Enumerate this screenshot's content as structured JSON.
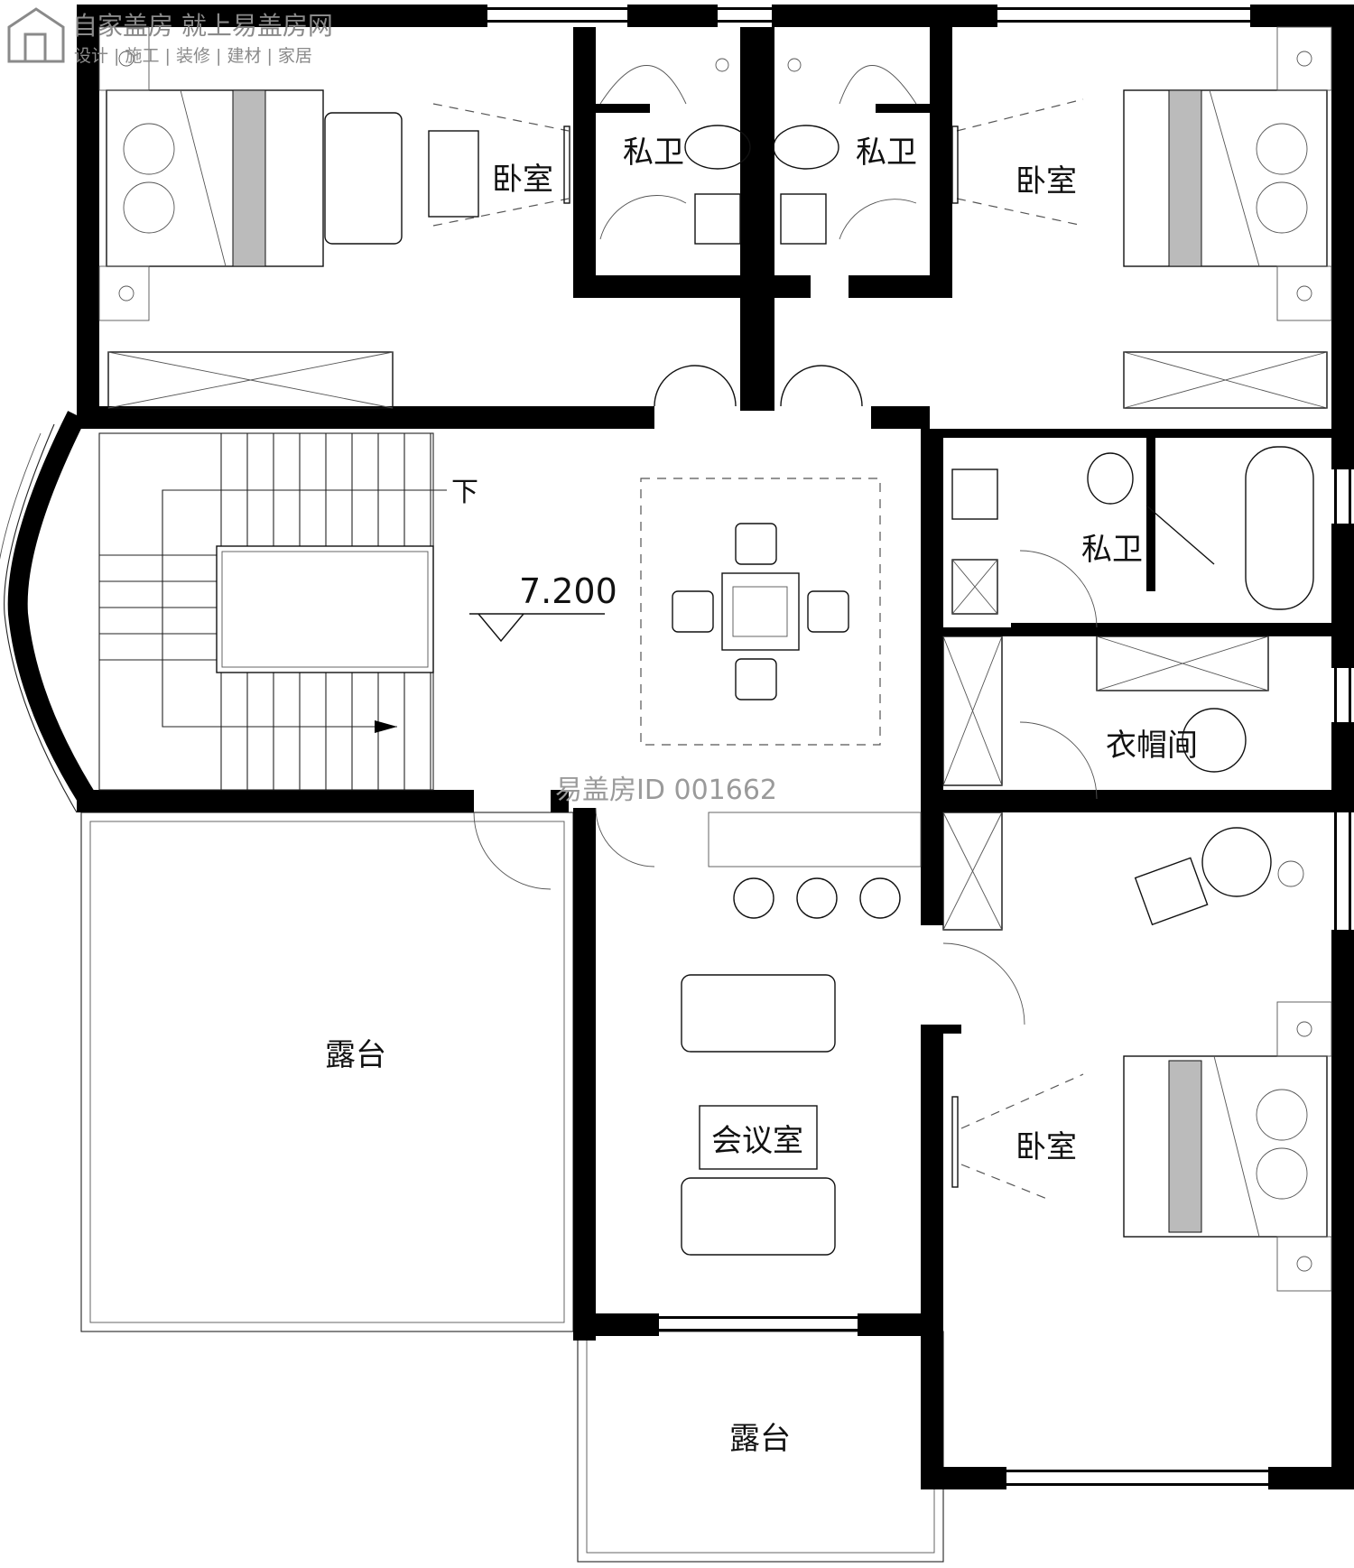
{
  "watermark": {
    "line1": "自家盖房 就上易盖房网",
    "line2": "设计 | 施工 | 装修 | 建材 | 家居",
    "id_text": "易盖房ID 001662"
  },
  "rooms": {
    "bedroom_nw": "卧室",
    "bath_1": "私卫",
    "bath_2": "私卫",
    "bedroom_ne": "卧室",
    "bath_3": "私卫",
    "closet": "衣帽间",
    "meeting_room": "会议室",
    "bedroom_se": "卧室",
    "terrace_w": "露台",
    "terrace_s": "露台"
  },
  "stair": {
    "down_label": "下"
  },
  "elevation": {
    "value": "7.200"
  },
  "colors": {
    "wall": "#000000",
    "line": "#222222",
    "watermark": "#8a8a8a"
  }
}
